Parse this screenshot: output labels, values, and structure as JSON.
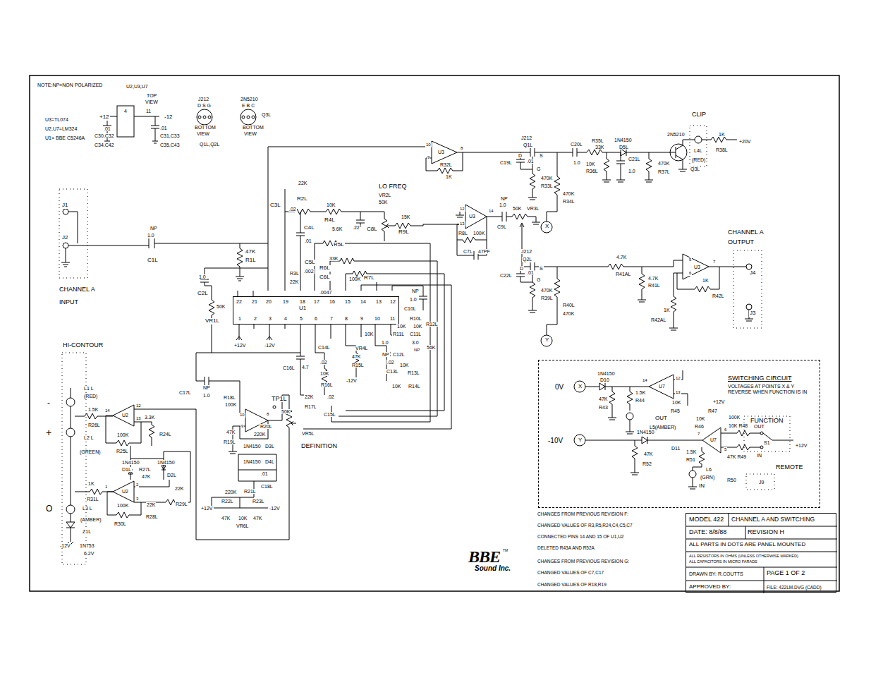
{
  "diagram": {
    "nodes": [
      {
        "text": [
          "U1"
        ]
      },
      {
        "text": [
          "SWITCHING CIRCUIT",
          "VOLTAGES AT POINTS X & Y REVERSE WHEN FUNCTION IS IN"
        ]
      },
      {
        "text": [
          "MODEL 422",
          "CHANNEL A AND SWITCHING",
          "DATE: 8/8/88",
          "REVISION H",
          "ALL PARTS IN DOTS ARE PANEL MOUNTED",
          "ALL RESISTORS IN OHMS (UNLESS OTHERWISE MARKED)",
          "ALL CAPACITORS IN MICRO FARADS",
          "DRAWN BY: R.COUTTS",
          "PAGE 1 OF 2",
          "APPROVED BY:",
          "FILE: 422LM.DVG (CADD)"
        ]
      }
    ],
    "labels": [
      "NOTE:NP=NON POLARIZED",
      "U2,U3,U7",
      "TOP",
      "VIEW",
      "+12",
      "4",
      "11",
      "-12",
      ".01",
      "C30,C32",
      "C34,C42",
      ".01",
      "C31,C33",
      "C35,C43",
      "U3=TL074",
      "U2,U7=LM324",
      "U1= BBE C5246A",
      "J212",
      "D S G",
      "BOTTOM",
      "VIEW",
      "Q1L,Q2L",
      "2N5210",
      "E B C",
      "Q3L",
      "BOTTOM",
      "VIEW",
      "J1",
      "J2",
      "CHANNEL A",
      "INPUT",
      "NP",
      "1.0",
      "C1L",
      "47K",
      "R1L",
      "C3L",
      ".02",
      "22K",
      "R2L",
      "10K",
      "R4L",
      "LO FREQ",
      "VR2L",
      "50K",
      ".22",
      "C8L",
      "15K",
      "R9L",
      "C4L",
      ".01",
      "5.6K",
      "R5L",
      "C5L",
      ".002",
      "33K",
      "R6L",
      "C6L",
      ".0047",
      "100K",
      "R7L",
      "R3L",
      "22K",
      "1.0",
      "C2L",
      "50K",
      "VR1L",
      "22",
      "21",
      "20",
      "19",
      "18",
      "17",
      "16",
      "15",
      "14",
      "13",
      "12",
      "1",
      "2",
      "3",
      "4",
      "5",
      "6",
      "7",
      "8",
      "9",
      "10",
      "11",
      "+12V",
      "-12V",
      "NP",
      "1.0",
      "C10L",
      "R10L",
      "10K",
      "10K",
      "R11L",
      "C11L",
      "1.0",
      "3.0",
      "NP",
      "R12L",
      "56K",
      "10K",
      "VR4L",
      "47K",
      "R15L",
      "-12V",
      "NP",
      "C12L",
      ".02",
      "C13L",
      "10K",
      "R13L",
      "10K",
      "R14L",
      "C14L",
      ".02",
      "10K",
      "R16L",
      "C16L",
      "4.7",
      "22K",
      "R17L",
      ".02",
      "C15L",
      "C17L",
      "NP",
      "1.0",
      "R18L",
      "100K",
      "47K",
      "R19L",
      "10",
      "9",
      "8",
      "R20L",
      "220K",
      "TP1L",
      "50K",
      "VR5L",
      "DEFINITION",
      "1N4150",
      "D3L",
      "1N4150",
      "D4L",
      ".01",
      "C18L",
      "220K",
      "R21L",
      "R22L",
      "+12V",
      "47K",
      "10K",
      "VR6L",
      "47K",
      "R23L",
      "-12V",
      "10",
      "9",
      "8",
      "U3",
      "R32L",
      "1K",
      "J212",
      "Q1L",
      "D",
      "S",
      "G",
      "C19L",
      ".01",
      "470K",
      "R33L",
      "470K",
      "R34L",
      "X",
      "C20L",
      "1.0",
      "R35L",
      "33K",
      "1N4150",
      "D5L",
      "10K",
      "R36L",
      "C21L",
      "1.0",
      "470K",
      "R37L",
      "2N5210",
      "Q3L",
      "CLIP",
      "L4L",
      "(RED)",
      "1K",
      "R38L",
      "+20V",
      "12",
      "13",
      "14",
      "U3",
      "R8L",
      "100K",
      "C7L",
      "47PF",
      "NP",
      "1.0",
      "C9L",
      "50K",
      "VR3L",
      "J212",
      "Q2L",
      "D",
      "S",
      "G",
      "C22L",
      ".01",
      "470K",
      "R39L",
      "R40L",
      "470K",
      "Y",
      "4.7K",
      "R41AL",
      "4.7K",
      "R41L",
      "5",
      "6",
      "7",
      "U3",
      "1K",
      "R42L",
      "1K",
      "R42AL",
      "CHANNEL A",
      "OUTPUT",
      "J4",
      "J3",
      "HI-CONTOUR",
      "-",
      "+",
      "O",
      "L1 L",
      "(RED)",
      "1.5K",
      "R26L",
      "L2 L",
      "(GREEN)",
      "14",
      "U2",
      "12",
      "13",
      "100K",
      "R25L",
      "3.3K",
      "R24L",
      "1N4150",
      "1N4150",
      "D1L",
      "R27L",
      "D2L",
      "47K",
      "1K",
      "R31L",
      "1",
      "U2",
      "2",
      "3",
      "100K",
      "R30L",
      "22K",
      "R28L",
      "22K",
      "R29L",
      "L3 L",
      "(AMBER)",
      "Z1L",
      "-12V",
      "1N753",
      "6.2V",
      "0V",
      "X",
      "1N4150",
      "D10",
      "12",
      "13",
      "14",
      "U7",
      "47K",
      "R43",
      "1.5K",
      "R44",
      "10K",
      "R45",
      "OUT",
      "L5(AMBER)",
      "10K",
      "R46",
      "+12V",
      "R47",
      "100K",
      "FUNCTION",
      "10K R48",
      "OUT",
      "S1",
      "-10V",
      "Y",
      "1N4150",
      "D11",
      "6",
      "5",
      "7",
      "U7",
      "47K R49",
      "+12V",
      "IN",
      "REMOTE",
      "1.5K",
      "47K",
      "R52",
      "R51",
      "L6",
      "(GRN)",
      "IN",
      "R50",
      "J9",
      "CHANGES FROM PREVIOUS REVISION F:",
      "CHANGED VALUES OF R3,R5,R24,C4,C5,C7",
      "CONNECTED PINS 14 AND 15 OF U1,U2",
      "DELETED R43A AND R52A",
      "CHANGES FROM PREVIOUS REVISION G:",
      "CHANGED VALUES OF C7,C17",
      "CHANGED VALUES OF R18,R19",
      "BBE",
      "TM",
      "Sound Inc."
    ]
  }
}
